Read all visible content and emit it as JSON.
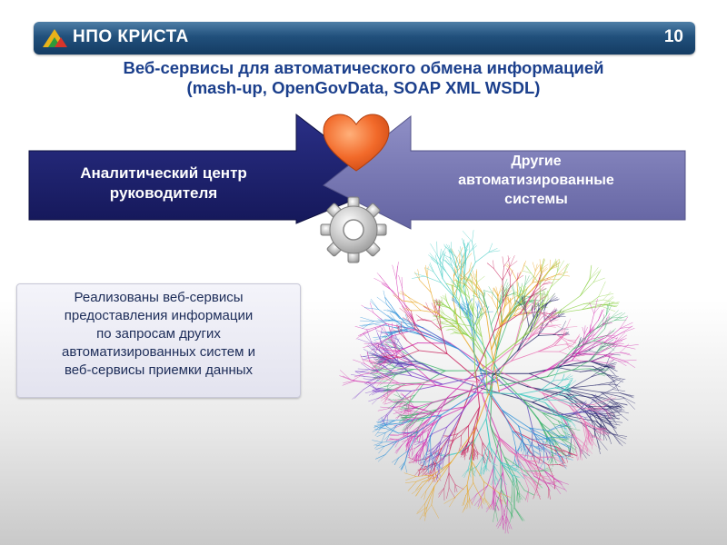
{
  "header": {
    "logo_text": "НПО КРИСТА",
    "slide_number": "10"
  },
  "title": {
    "line1": "Веб-сервисы для автоматического обмена информацией",
    "line2": "(mash-up, OpenGovData, SOAP XML WSDL)"
  },
  "diagram": {
    "left_arrow": {
      "line1": "Аналитический центр",
      "line2": "руководителя",
      "color": "#1e2170"
    },
    "right_arrow": {
      "line1": "Другие",
      "line2": "автоматизированные",
      "line3": "системы",
      "color": "#7a7ab4"
    },
    "heart_icon": "heart-icon",
    "gear_icon": "gear-icon"
  },
  "info_box": {
    "line1": "Реализованы веб-сервисы",
    "line2": "предоставления информации",
    "line3": "по запросам других",
    "line4": "автоматизированных систем и",
    "line5": "веб-сервисы приемки данных"
  },
  "image": {
    "name": "network-graph-image"
  }
}
